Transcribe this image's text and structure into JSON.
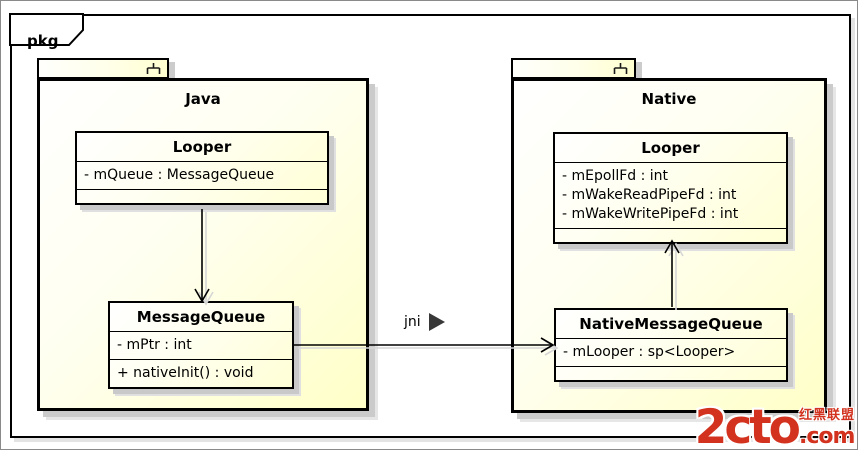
{
  "frame": {
    "label": "pkg"
  },
  "packages": [
    {
      "title": "Java",
      "classes": [
        {
          "title": "Looper",
          "attributes": [
            "- mQueue : MessageQueue"
          ],
          "methods": []
        },
        {
          "title": "MessageQueue",
          "attributes": [
            "- mPtr : int"
          ],
          "methods": [
            "+ nativeInit() : void"
          ]
        }
      ]
    },
    {
      "title": "Native",
      "classes": [
        {
          "title": "Looper",
          "attributes": [
            "- mEpollFd : int",
            "- mWakeReadPipeFd : int",
            "- mWakeWritePipeFd : int"
          ],
          "methods": []
        },
        {
          "title": "NativeMessageQueue",
          "attributes": [
            "- mLooper : sp<Looper>"
          ],
          "methods": []
        }
      ]
    }
  ],
  "relations": [
    {
      "from": "Looper (Java)",
      "to": "MessageQueue (Java)",
      "type": "directed-association",
      "label": ""
    },
    {
      "from": "MessageQueue (Java)",
      "to": "NativeMessageQueue (Native)",
      "type": "directed-association",
      "label": "jni"
    },
    {
      "from": "NativeMessageQueue (Native)",
      "to": "Looper (Native)",
      "type": "directed-association",
      "label": ""
    }
  ],
  "watermark": {
    "brand": "2cto",
    "site_name_cn": "红黑联盟",
    "domain_suffix": ".com",
    "color": "#d2321e"
  },
  "colors": {
    "fill_top": "#ffffff",
    "fill_bottom": "#ffffc8",
    "border": "#000000",
    "shadow": "#c9c9c9"
  }
}
